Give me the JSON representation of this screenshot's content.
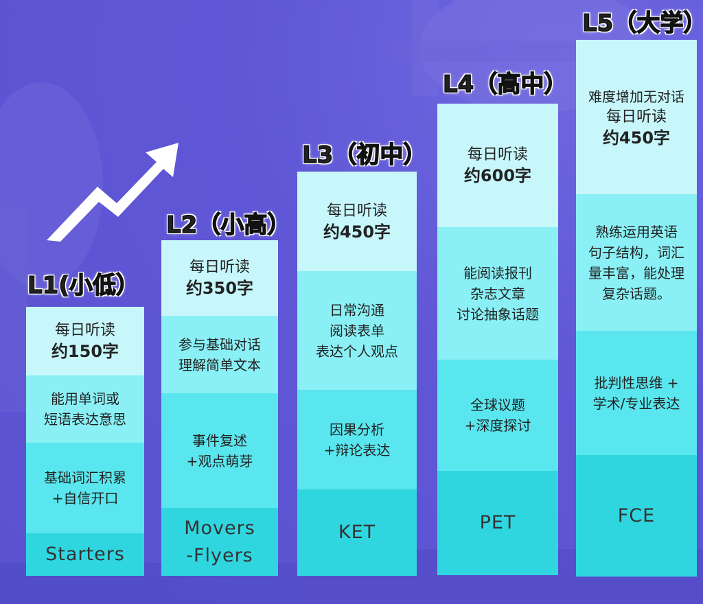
{
  "levels": [
    {
      "title": "L1(小低）",
      "daily": "每日听读",
      "words": "约150字",
      "ability": [
        "能用单词或",
        "短语表达意思"
      ],
      "focus": [
        "基础词汇积累",
        "+自信开口"
      ],
      "exam": [
        "Starters"
      ]
    },
    {
      "title": "L2（小高）",
      "daily": "每日听读",
      "words": "约350字",
      "ability": [
        "参与基础对话",
        "理解简单文本"
      ],
      "focus": [
        "事件复述",
        "+观点萌芽"
      ],
      "exam": [
        "Movers",
        "-Flyers"
      ]
    },
    {
      "title": "L3（初中）",
      "daily": "每日听读",
      "words": "约450字",
      "ability": [
        "日常沟通",
        "阅读表单",
        "表达个人观点"
      ],
      "focus": [
        "因果分析",
        "+辩论表达"
      ],
      "exam": [
        "KET"
      ]
    },
    {
      "title": "L4（高中）",
      "daily": "每日听读",
      "words": "约600字",
      "ability": [
        "能阅读报刊",
        "杂志文章",
        "讨论抽象话题"
      ],
      "focus": [
        "全球议题",
        "+深度探讨"
      ],
      "exam": [
        "PET"
      ]
    },
    {
      "title": "L5（大学）",
      "top_note": "难度增加无对话",
      "daily": "每日听读",
      "words": "约450字",
      "ability": [
        "熟练运用英语",
        "句子结构，词汇",
        "量丰富，能处理",
        "复杂话题。"
      ],
      "focus": [
        "批判性思维 +",
        "学术/专业表达"
      ],
      "exam": [
        "FCE"
      ]
    }
  ],
  "icons": {
    "arrow": "trend-up-arrow-icon"
  },
  "colors": {
    "background": "#5f57d6",
    "tier1": "#c7f7fb",
    "tier2": "#8af0f5",
    "tier3": "#5ae6ee",
    "tier4": "#2fd6e0"
  }
}
